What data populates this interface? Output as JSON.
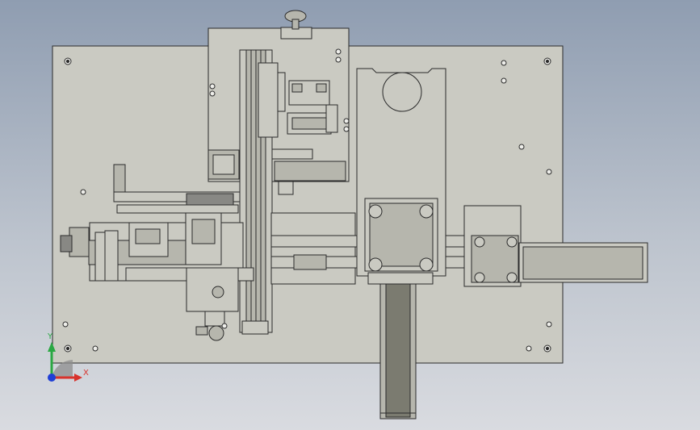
{
  "view": {
    "type": "cad-viewport",
    "projection": "front",
    "colors": {
      "background_top": "#8f9db1",
      "background_bottom": "#d9dbe0",
      "part_fill": "#cacac2",
      "part_fill_dark": "#b6b6ad",
      "edge": "#2b2b2b",
      "slot_fill": "#7b7b70"
    }
  },
  "triad": {
    "x_label": "X",
    "y_label": "Y",
    "x_color": "#d8322c",
    "y_color": "#2aa843",
    "z_color": "#1f3fd6"
  }
}
